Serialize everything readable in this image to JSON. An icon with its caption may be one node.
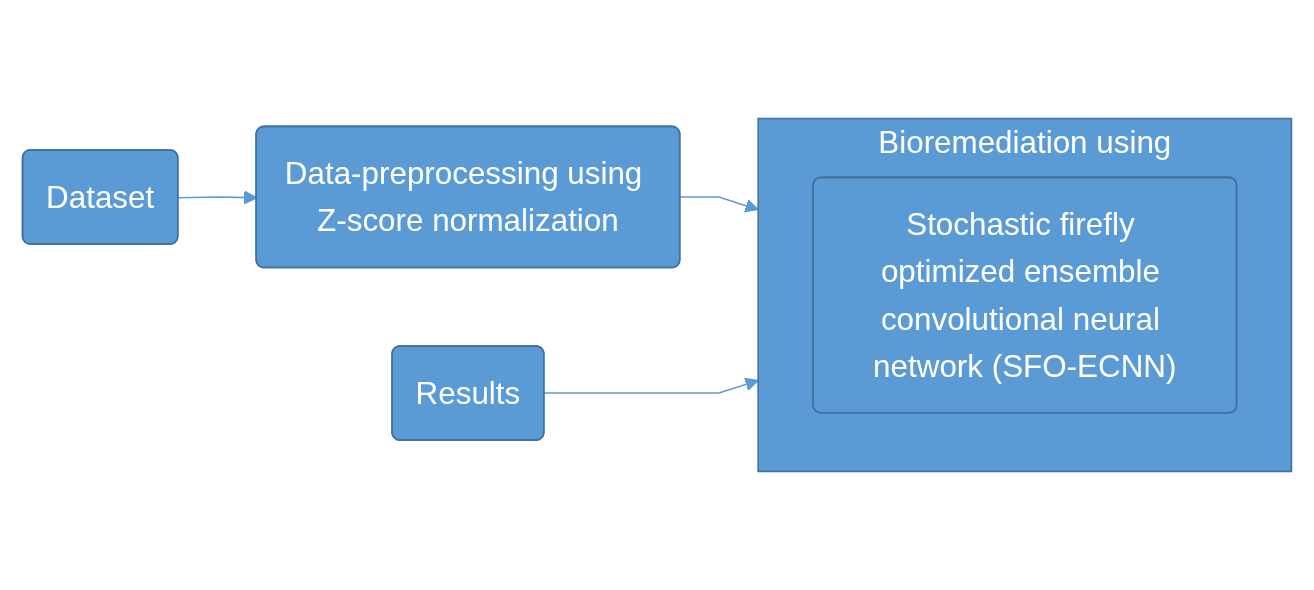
{
  "diagram": {
    "nodes": [
      {
        "text": [
          "Dataset"
        ]
      },
      {
        "text": [
          "Data-preprocessing using Z-score normalization"
        ]
      },
      {
        "text": [
          "Bioremediation using"
        ]
      },
      {
        "text": [
          "Stochastic firefly optimized ensemble convolutional neural network (SFO-ECNN)"
        ],
        "in": 2
      },
      {
        "text": [
          "Results"
        ]
      }
    ],
    "edges": [
      {
        "from": 0,
        "to": 1,
        "arrow": "to"
      },
      {
        "from": 1,
        "to": 2,
        "arrow": "to"
      },
      {
        "from": 4,
        "to": 2,
        "arrow": "to"
      }
    ]
  }
}
